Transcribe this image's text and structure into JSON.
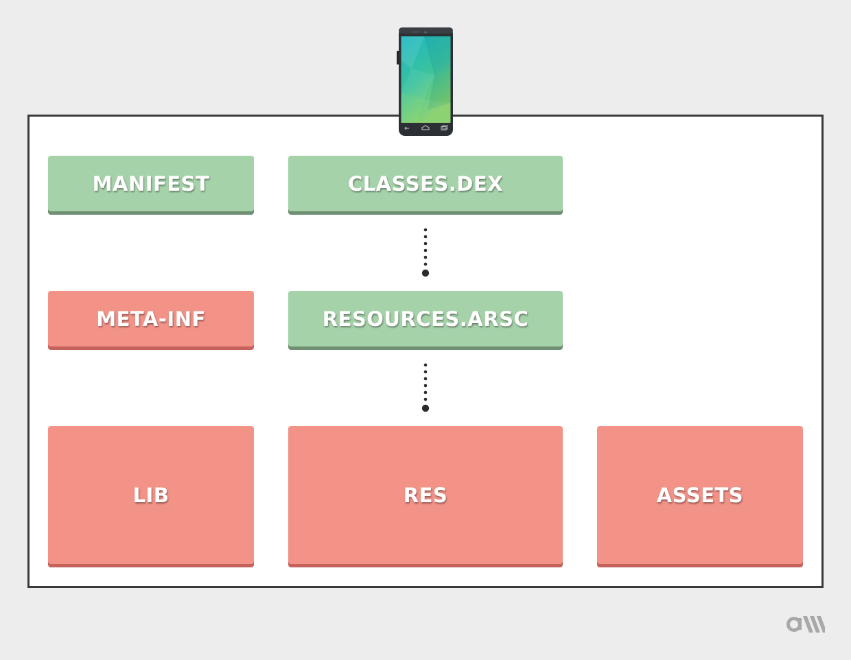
{
  "diagram": {
    "nodes": {
      "manifest": "MANIFEST",
      "classes_dex": "CLASSES.DEX",
      "meta_inf": "META-INF",
      "resources_arsc": "RESOURCES.ARSC",
      "lib": "LIB",
      "res": "RES",
      "assets": "ASSETS"
    },
    "node_kinds": {
      "manifest": "green",
      "classes_dex": "green",
      "resources_arsc": "green",
      "meta_inf": "red",
      "lib": "red",
      "res": "red",
      "assets": "red"
    },
    "edges": [
      {
        "from": "classes_dex",
        "to": "resources_arsc",
        "style": "dotted"
      },
      {
        "from": "resources_arsc",
        "to": "res",
        "style": "dotted"
      }
    ]
  },
  "colors": {
    "background": "#ededed",
    "frame_border": "#3a3a3a",
    "green_box": "#a6d2aa",
    "green_box_shadow": "#6f9072",
    "red_box": "#f39287",
    "red_box_shadow": "#c4625b",
    "connector": "#2b2b2b",
    "logo": "#a8a8a8"
  },
  "icons": {
    "device": "smartphone-icon",
    "brand": "logo-icon"
  }
}
